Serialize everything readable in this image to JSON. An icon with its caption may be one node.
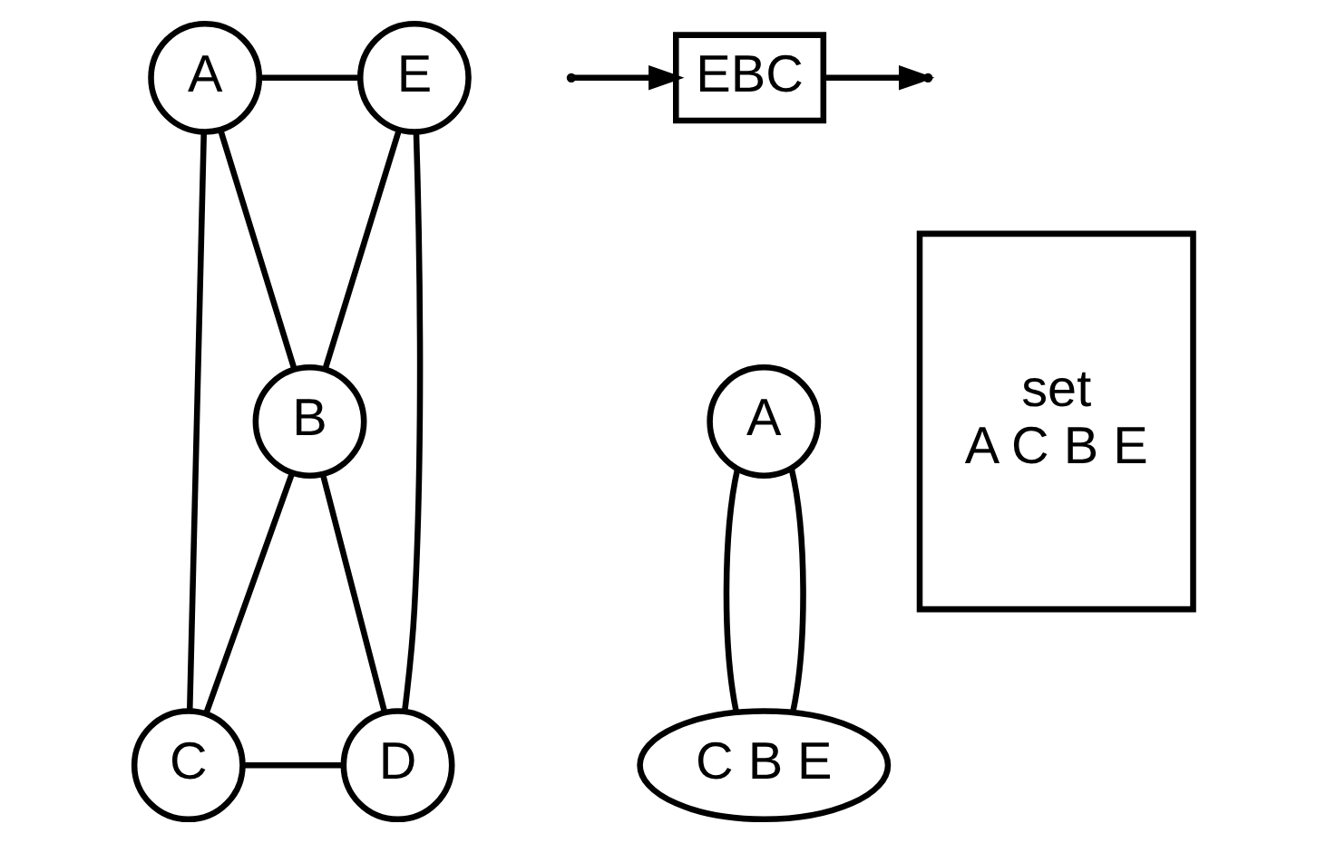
{
  "diagram": {
    "nodes": [
      {
        "text": [
          "A"
        ]
      },
      {
        "text": [
          "E"
        ]
      },
      {
        "text": [
          "B"
        ]
      },
      {
        "text": [
          "C"
        ]
      },
      {
        "text": [
          "D"
        ]
      },
      {
        "text": [
          "EBC"
        ]
      },
      {
        "text": [
          "A"
        ]
      },
      {
        "text": [
          "C B E"
        ]
      },
      {
        "text": [
          "set",
          "A C B E"
        ]
      }
    ],
    "edges": [
      {
        "from": 0,
        "to": 1,
        "arrow": "none"
      },
      {
        "from": 0,
        "to": 2,
        "arrow": "none"
      },
      {
        "from": 0,
        "to": 3,
        "arrow": "none"
      },
      {
        "from": 2,
        "to": 1,
        "arrow": "none"
      },
      {
        "from": 2,
        "to": 3,
        "arrow": "none"
      },
      {
        "from": 2,
        "to": 4,
        "arrow": "none"
      },
      {
        "from": 3,
        "to": 4,
        "arrow": "none"
      },
      {
        "from": 1,
        "to": 4,
        "arrow": "none"
      },
      {
        "from": 5,
        "to": null,
        "arrow": "to"
      },
      {
        "from": null,
        "to": 5,
        "arrow": "to"
      },
      {
        "from": 6,
        "to": 7,
        "arrow": "none"
      },
      {
        "from": 6,
        "to": 7,
        "arrow": "none"
      }
    ]
  }
}
